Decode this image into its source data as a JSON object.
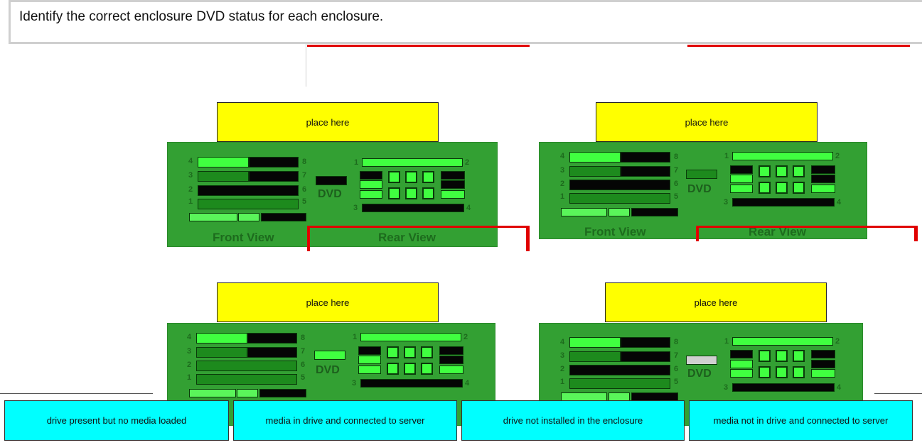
{
  "question": "Identify the correct enclosure DVD status for each enclosure.",
  "targets": [
    "place here",
    "place here",
    "place here",
    "place here"
  ],
  "panel_labels": {
    "front": "Front View",
    "rear": "Rear View",
    "dvd": "DVD",
    "front_nums_left": [
      "4",
      "3",
      "2",
      "1"
    ],
    "front_nums_right": [
      "8",
      "7",
      "6",
      "5"
    ],
    "rear_nums": [
      "1",
      "2",
      "3",
      "4"
    ]
  },
  "answers": [
    "drive present but no media loaded",
    "media in drive and connected to server",
    "drive not installed in the enclosure",
    "media not in drive and connected to server"
  ],
  "colors": {
    "target": "#ffff00",
    "answer": "#00ffff",
    "panel": "#33a033",
    "led_on": "#40ff40",
    "accent_red": "#e00000"
  }
}
